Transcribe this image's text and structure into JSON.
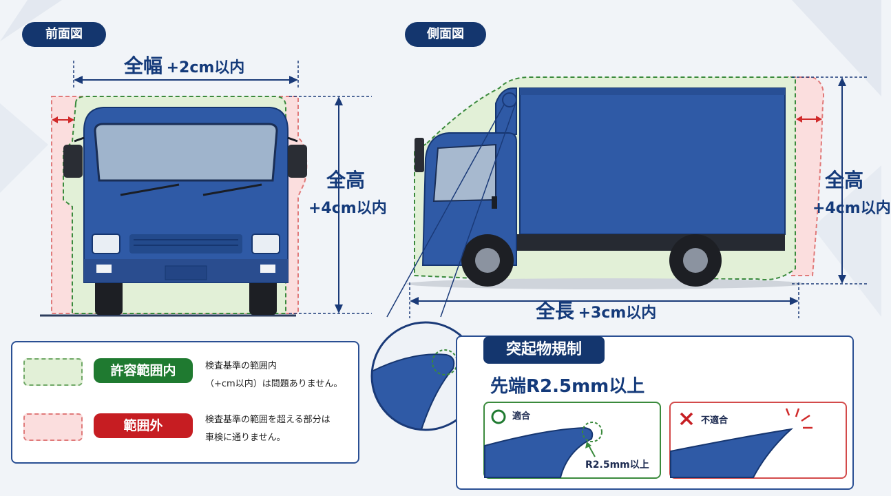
{
  "front_view": {
    "title": "前面図",
    "width_label": "全幅",
    "width_tolerance": "+2cm以内",
    "height_label": "全高",
    "height_tolerance": "+4cm以内"
  },
  "side_view": {
    "title": "側面図",
    "height_label": "全高",
    "height_tolerance": "+4cm以内",
    "length_label": "全長",
    "length_tolerance": "+3cm以内"
  },
  "legend": {
    "allowed": {
      "badge": "許容範囲内",
      "desc_line1": "検査基準の範囲内",
      "desc_line2": "（+cm以内）は問題ありません。"
    },
    "outside": {
      "badge": "範囲外",
      "desc_line1": "検査基準の範囲を超える部分は",
      "desc_line2": "車検に通りません。"
    }
  },
  "protrusion": {
    "title": "突起物規制",
    "subtitle": "先端R2.5mm以上",
    "ok_label": "適合",
    "ng_label": "不適合",
    "radius_label": "R2.5mm以上"
  },
  "colors": {
    "navy": "#14366e",
    "truck_blue": "#2f5aa6",
    "ok_green": "#1f7a30",
    "ng_red": "#c61d22",
    "allowed_fill": "#e2f0d7",
    "outside_fill": "#fbdede"
  }
}
